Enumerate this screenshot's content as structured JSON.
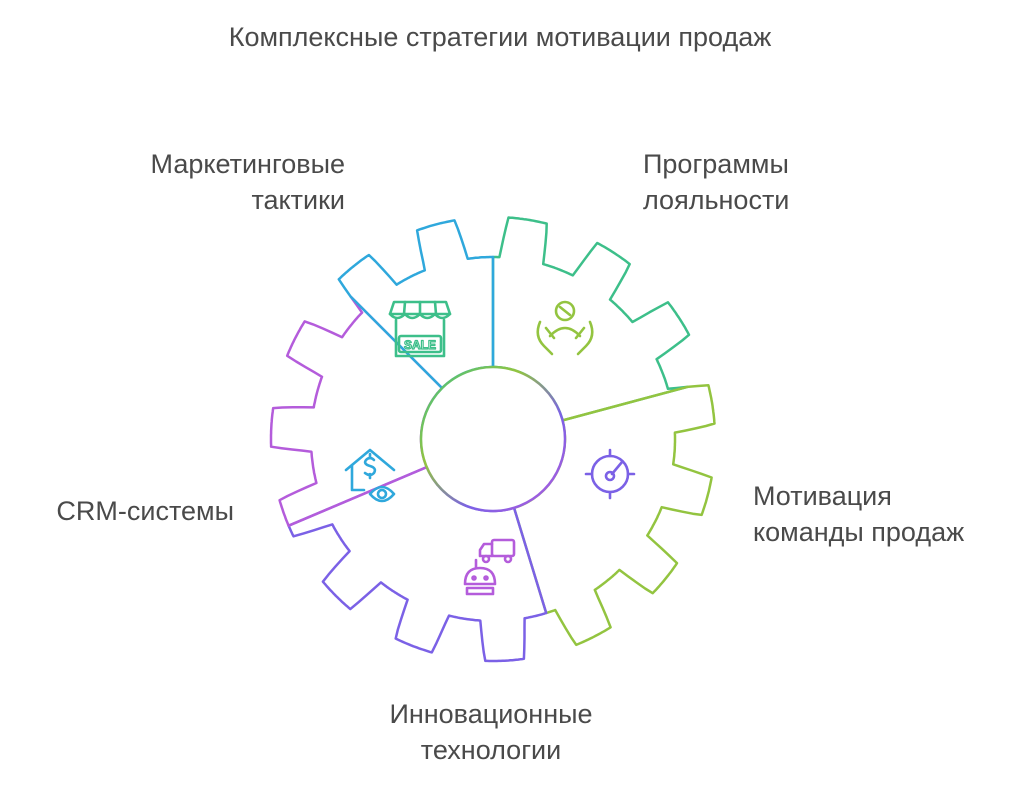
{
  "title": "Комплексные стратегии мотивации продаж",
  "segments": [
    {
      "id": "marketing",
      "lines": [
        "Маркетинговые",
        "тактики"
      ],
      "color": "#3dbf8a",
      "icon": "storefront-sale-icon",
      "icon_text": "SALE"
    },
    {
      "id": "loyalty",
      "lines": [
        "Программы",
        "лояльности"
      ],
      "color": "#93c440",
      "icon": "person-in-hands-icon"
    },
    {
      "id": "motivation",
      "lines": [
        "Мотивация",
        "команды продаж"
      ],
      "color": "#7b61e6",
      "icon": "speedometer-target-icon"
    },
    {
      "id": "tech",
      "lines": [
        "Инновационные",
        "технологии"
      ],
      "color": "#b45cdb",
      "icon": "robot-delivery-truck-icon"
    },
    {
      "id": "crm",
      "lines": [
        "CRM-системы"
      ],
      "color": "#2fa8dc",
      "icon": "house-dollar-eye-icon"
    }
  ],
  "hub_color": "#b9a24a"
}
